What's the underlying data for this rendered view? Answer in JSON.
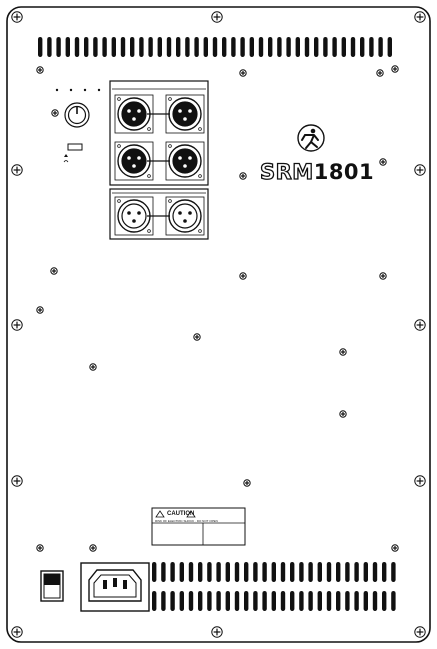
{
  "panel": {
    "brand_outline": "SRM",
    "brand_solid": "1801",
    "caution_title": "CAUTION",
    "caution_sub": "RISK OF ELECTRIC SHOCK · DO NOT OPEN"
  },
  "colors": {
    "panel_fill": "#ffffff",
    "line": "#111111",
    "slot": "#111111"
  },
  "icons": {
    "logo": "running-man-logo",
    "screw": "screw-head-icon",
    "power": "power-switch-icon",
    "mains": "iec-power-inlet-icon",
    "xlr": "xlr-connector-icon"
  }
}
